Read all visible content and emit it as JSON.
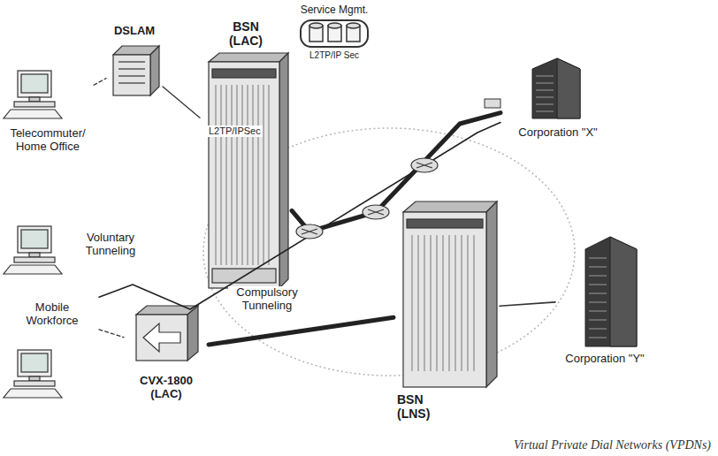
{
  "diagram": {
    "caption": "Virtual Private Dial Networks (VPDNs)",
    "nodes": [
      {
        "text": [
          "DSLAM"
        ]
      },
      {
        "text": [
          "BSN (LAC)"
        ]
      },
      {
        "text": [
          "Service Mgmt.",
          "L2TP/IP Sec"
        ]
      },
      {
        "text": [
          "Telecommuter/ Home Office"
        ]
      },
      {
        "text": [
          "Corporation \"X\""
        ]
      },
      {
        "text": [
          "CVX-1800 (LAC)"
        ]
      },
      {
        "text": [
          "BSN (LNS)"
        ]
      },
      {
        "text": [
          "Mobile Workforce"
        ]
      },
      {
        "text": [
          "Corporation \"Y\""
        ]
      }
    ],
    "edges": [
      {
        "from": 3,
        "to": 0,
        "arrow": "none"
      },
      {
        "from": 0,
        "to": 1,
        "arrow": "none"
      },
      {
        "from": 1,
        "to": 4,
        "arrow": "none"
      },
      {
        "from": 7,
        "to": 4,
        "arrow": "none"
      },
      {
        "from": 7,
        "to": 5,
        "arrow": "none"
      },
      {
        "from": 5,
        "to": 6,
        "arrow": "none"
      },
      {
        "from": 6,
        "to": 8,
        "arrow": "none"
      }
    ],
    "labels": [
      "L2TP/IPSec",
      "Voluntary Tunneling",
      "Compulsory Tunneling"
    ]
  }
}
